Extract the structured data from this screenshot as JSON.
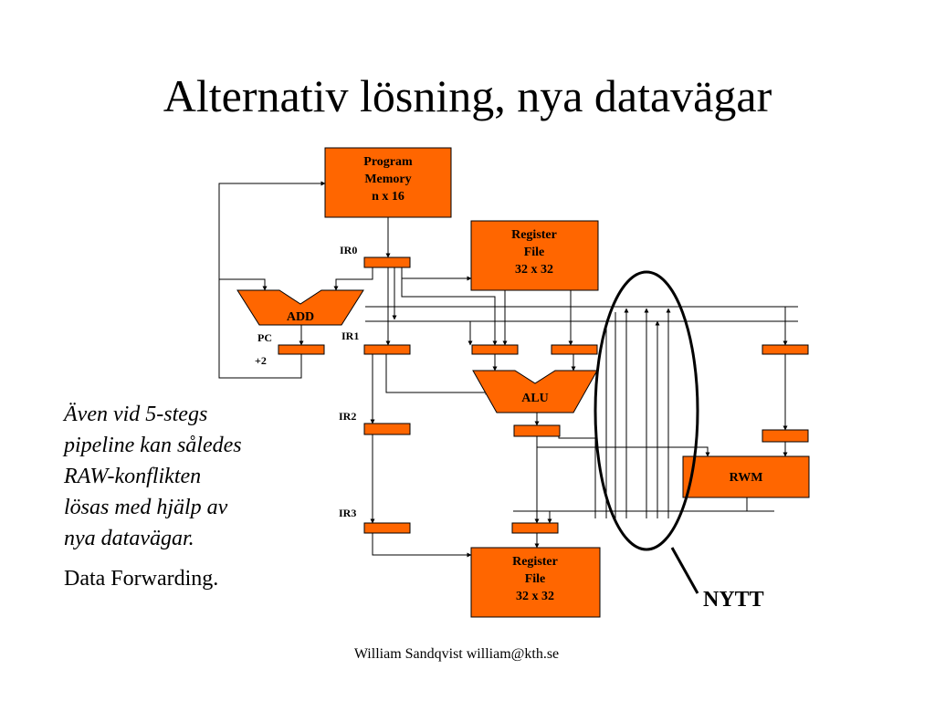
{
  "slide": {
    "title": "Alternativ lösning, nya datavägar",
    "body_lines": [
      "Även vid 5-stegs",
      "pipeline kan således",
      "RAW-konflikten",
      "lösas med hjälp av",
      "nya datavägar."
    ],
    "body_note": "Data Forwarding.",
    "footer": "William Sandqvist  william@kth.se"
  },
  "diagram": {
    "accent_color": "#ff6600",
    "blocks": {
      "program_memory": [
        "Program",
        "Memory",
        "n x 16"
      ],
      "register_file_top": [
        "Register",
        "File",
        "32 x 32"
      ],
      "register_file_bottom": [
        "Register",
        "File",
        "32 x 32"
      ],
      "alu": "ALU",
      "add": "ADD",
      "rwm": "RWM"
    },
    "registers": {
      "ir0": "IR0",
      "ir1": "IR1",
      "ir2": "IR2",
      "ir3": "IR3",
      "pc": "PC",
      "plus2": "+2"
    },
    "annotation": "NYTT"
  }
}
